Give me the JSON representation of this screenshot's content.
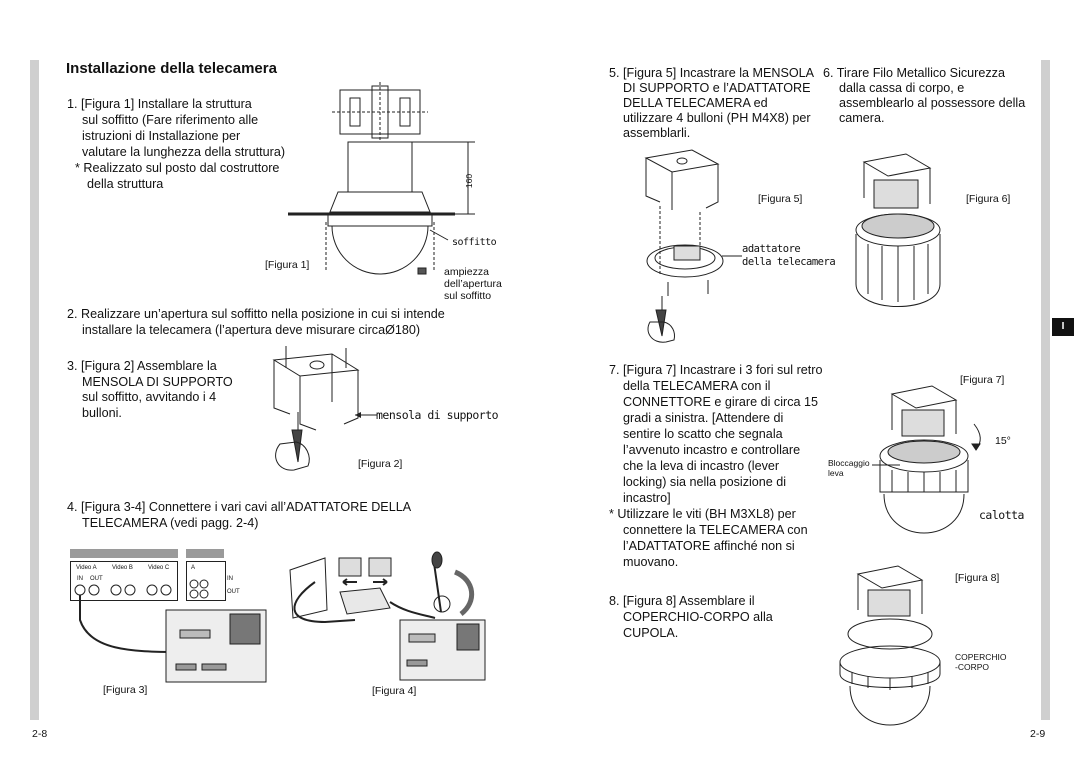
{
  "left_page": {
    "title": "Installazione della telecamera",
    "step1": [
      "1. [Figura 1] Installare la struttura",
      "sul soffitto (Fare riferimento alle",
      "istruzioni di Installazione per",
      "valutare la lunghezza della struttura)"
    ],
    "step1_note": [
      "* Realizzato sul posto dal costruttore",
      "della struttura"
    ],
    "fig1_label": "[Figura 1]",
    "fig1_soffitto": "soffitto",
    "fig1_dim": "160",
    "fig1_ampiezza": [
      "ampiezza",
      "dell’apertura",
      "sul soffitto"
    ],
    "step2": [
      "2. Realizzare un’apertura sul soffitto nella posizione in cui si intende",
      "installare la telecamera (l’apertura deve misurare circaØ180)"
    ],
    "step3": [
      "3. [Figura 2] Assemblare la",
      "MENSOLA DI SUPPORTO",
      "sul soffitto, avvitando i 4",
      "bulloni."
    ],
    "fig2_label": "[Figura 2]",
    "fig2_callout": "mensola di supporto",
    "step4": [
      "4. [Figura 3-4] Connettere i vari cavi all’ADATTATORE DELLA",
      "TELECAMERA (vedi pagg. 2-4)"
    ],
    "fig3_label": "[Figura 3]",
    "fig3_video_labels": [
      "Video A",
      "Video B",
      "Video C"
    ],
    "fig3_io": [
      "IN",
      "OUT"
    ],
    "fig3_audio": [
      "A",
      "IN",
      "OUT"
    ],
    "fig4_label": "[Figura 4]",
    "page_number": "2-8"
  },
  "right_page": {
    "step5": [
      "5. [Figura 5] Incastrare la MENSOLA",
      "DI SUPPORTO e l’ADATTATORE",
      "DELLA TELECAMERA ed",
      "utilizzare 4 bulloni (PH M4X8) per",
      "assemblarli."
    ],
    "step6": [
      "6. Tirare Filo Metallico Sicurezza",
      "dalla cassa di corpo, e",
      "assemblearlo al possessore della",
      "camera."
    ],
    "fig5_label": "[Figura 5]",
    "fig5_callout": [
      "adattatore",
      "della telecamera"
    ],
    "fig6_label": "[Figura 6]",
    "section_tab": "I",
    "step7": [
      "7. [Figura 7] Incastrare i 3 fori sul retro",
      "della TELECAMERA con il",
      "CONNETTORE e girare di circa 15",
      "gradi a sinistra. [Attendere di",
      "sentire lo scatto che segnala",
      "l’avvenuto incastro e controllare",
      "che la leva di incastro  (lever",
      "locking) sia nella posizione di",
      "incastro]"
    ],
    "step7_note": [
      "* Utilizzare le viti (BH M3XL8) per",
      "connettere la TELECAMERA con",
      "l’ADATTATORE affinché non si",
      "muovano."
    ],
    "fig7_label": "[Figura 7]",
    "fig7_angle": "15°",
    "fig7_lever": [
      "Bloccaggio",
      "leva"
    ],
    "fig7_calotta": "calotta",
    "step8": [
      "8. [Figura 8] Assemblare il",
      "COPERCHIO-CORPO alla",
      "CUPOLA."
    ],
    "fig8_label": "[Figura 8]",
    "fig8_callout": [
      "COPERCHIO",
      "-CORPO"
    ],
    "page_number": "2-9"
  }
}
